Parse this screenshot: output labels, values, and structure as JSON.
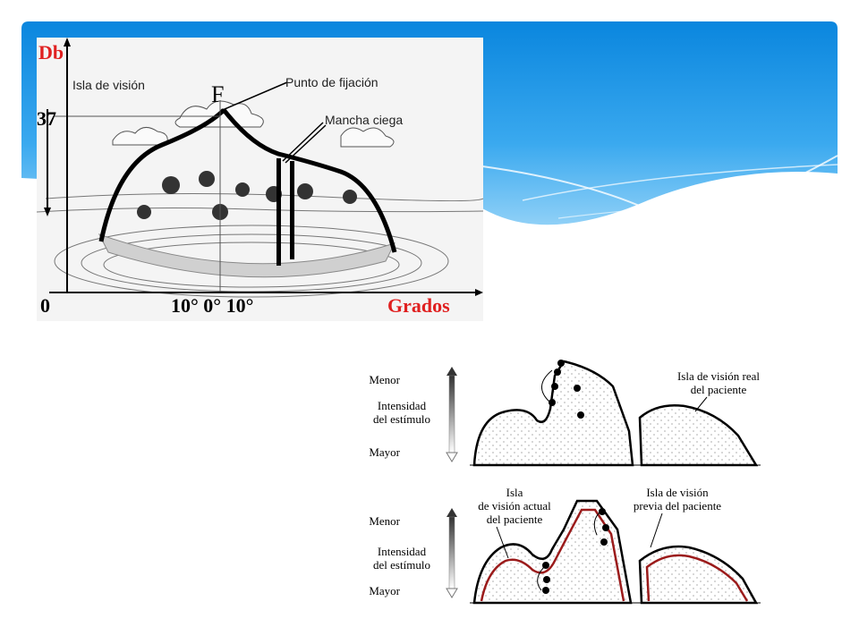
{
  "figure_island": {
    "y_axis_label": "Db",
    "y_value_37": "37",
    "origin_label": "0",
    "x_ticks_text": "10° 0° 10°",
    "x_axis_label": "Grados",
    "label_isla": "Isla de visión",
    "label_F": "F",
    "label_punto": "Punto de fijación",
    "label_mancha": "Mancha ciega"
  },
  "figure_perimetry": {
    "top": {
      "menor": "Menor",
      "intensidad": "Intensidad",
      "del_estimulo": "del estímulo",
      "mayor": "Mayor",
      "real_line1": "Isla de visión real",
      "real_line2": "del paciente"
    },
    "bottom": {
      "menor": "Menor",
      "intensidad": "Intensidad",
      "del_estimulo": "del estímulo",
      "mayor": "Mayor",
      "actual_line1": "Isla",
      "actual_line2": "de visión actual",
      "actual_line3": "del paciente",
      "previa_line1": "Isla de visión",
      "previa_line2": "previa del paciente"
    }
  },
  "colors": {
    "accent_red": "#e02020",
    "patient_red": "#9b1b1b",
    "sky_blue": "#1a8ee0"
  }
}
